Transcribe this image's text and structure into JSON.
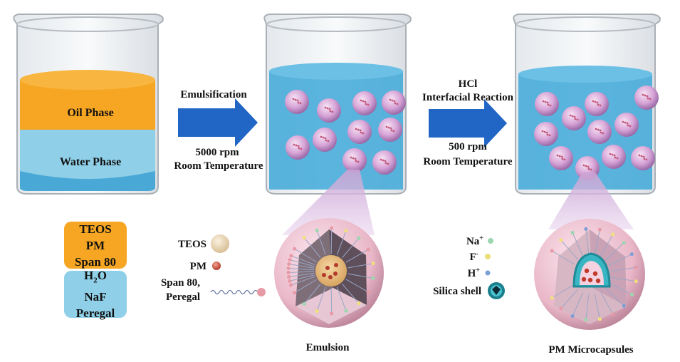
{
  "steps": [
    {
      "label_top": "Emulsification",
      "label_bottom_1": "5000 rpm",
      "label_bottom_2": "Room Temperature"
    },
    {
      "label_top_1": "HCl",
      "label_top_2": "Interfacial Reaction",
      "label_bottom_1": "500 rpm",
      "label_bottom_2": "Room Temperature"
    }
  ],
  "beaker1": {
    "oil_label": "Oil Phase",
    "water_label": "Water Phase"
  },
  "oil_box": {
    "line1": "TEOS",
    "line2": "PM",
    "line3": "Span 80"
  },
  "water_box": {
    "line1_main": "H",
    "line1_sub": "2",
    "line1_end": "O",
    "line2": "NaF",
    "line3": "Peregal"
  },
  "legend_left": {
    "teos": "TEOS",
    "pm": "PM",
    "span_1": "Span 80,",
    "span_2": "Peregal"
  },
  "legend_right": {
    "na": "Na",
    "na_sup": "+",
    "f": "F",
    "f_sup": "-",
    "h": "H",
    "h_sup": "+",
    "silica": "Silica shell"
  },
  "captions": {
    "emulsion": "Emulsion",
    "microcapsules": "PM Microcapsules"
  },
  "colors": {
    "arrow": "#2166c4",
    "oil": "#f6a623",
    "water": "#8fd0e8",
    "liquid": "#3ea8d8",
    "droplet": "#d9a8d8",
    "sphere": "#f1c9d6"
  }
}
